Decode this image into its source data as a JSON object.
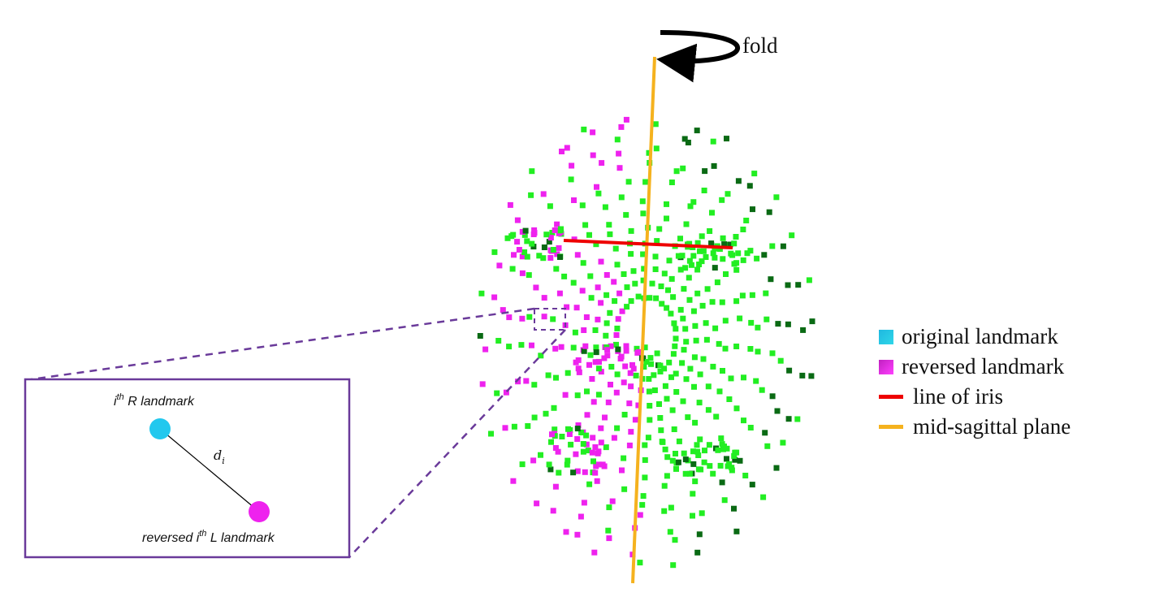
{
  "figure": {
    "fold_label": "fold",
    "inset": {
      "right_label_prefix": "i",
      "right_label_sup": "th",
      "right_label_suffix": " R landmark",
      "distance_label": "d",
      "distance_sub": "i",
      "left_label_prefix": "reversed i",
      "left_label_sup": "th",
      "left_label_suffix": " L landmark"
    }
  },
  "legend": {
    "items": [
      {
        "label": "original landmark",
        "kind": "square",
        "color_from": "#1fb8e0",
        "color_to": "#2fd6e8"
      },
      {
        "label": "reversed landmark",
        "kind": "square",
        "color_from": "#c020c0",
        "color_to": "#ff40ff"
      },
      {
        "label": "line of iris",
        "kind": "line",
        "color": "#ee0000"
      },
      {
        "label": "mid-sagittal plane",
        "kind": "line",
        "color": "#f5b21e"
      }
    ]
  },
  "colors": {
    "original": "#22ee22",
    "original_dark": "#0a6a14",
    "reversed": "#ee22ee",
    "iris_line": "#ee0000",
    "plane": "#f5b21e",
    "inset_border": "#6a3a9a",
    "cyan_point": "#22c8ee",
    "magenta_point": "#ee22ee"
  }
}
